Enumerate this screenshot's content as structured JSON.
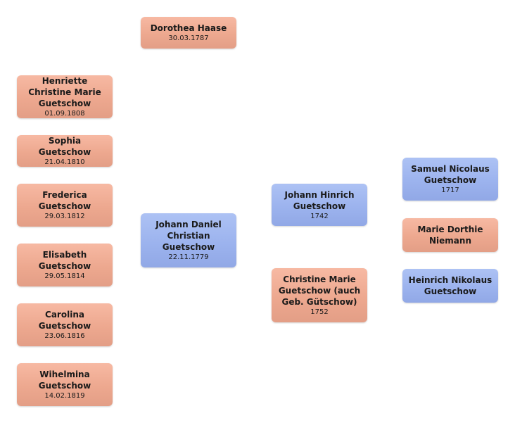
{
  "colors": {
    "female": "#eda88f",
    "male": "#9cb3ee",
    "background": "#ffffff"
  },
  "persons": {
    "dorothea": {
      "name": "Dorothea Haase",
      "date": "30.03.1787",
      "gender": "female"
    },
    "henriette": {
      "name": "Henriette Christine Marie Guetschow",
      "date": "01.09.1808",
      "gender": "female"
    },
    "sophia": {
      "name": "Sophia Guetschow",
      "date": "21.04.1810",
      "gender": "female"
    },
    "frederica": {
      "name": "Frederica Guetschow",
      "date": "29.03.1812",
      "gender": "female"
    },
    "elisabeth": {
      "name": "Elisabeth Guetschow",
      "date": "29.05.1814",
      "gender": "female"
    },
    "carolina": {
      "name": "Carolina Guetschow",
      "date": "23.06.1816",
      "gender": "female"
    },
    "wihelmina": {
      "name": "Wihelmina Guetschow",
      "date": "14.02.1819",
      "gender": "female"
    },
    "johann_daniel": {
      "name": "Johann Daniel Christian Guetschow",
      "date": "22.11.1779",
      "gender": "male"
    },
    "johann_hinrich": {
      "name": "Johann Hinrich Guetschow",
      "date": "1742",
      "gender": "male"
    },
    "christine": {
      "name": "Christine Marie Guetschow (auch Geb. Gütschow)",
      "date": "1752",
      "gender": "female"
    },
    "samuel": {
      "name": "Samuel Nicolaus Guetschow",
      "date": "1717",
      "gender": "male"
    },
    "marie": {
      "name": "Marie Dorthie Niemann",
      "gender": "female"
    },
    "heinrich": {
      "name": "Heinrich Nikolaus Guetschow",
      "gender": "male"
    }
  }
}
